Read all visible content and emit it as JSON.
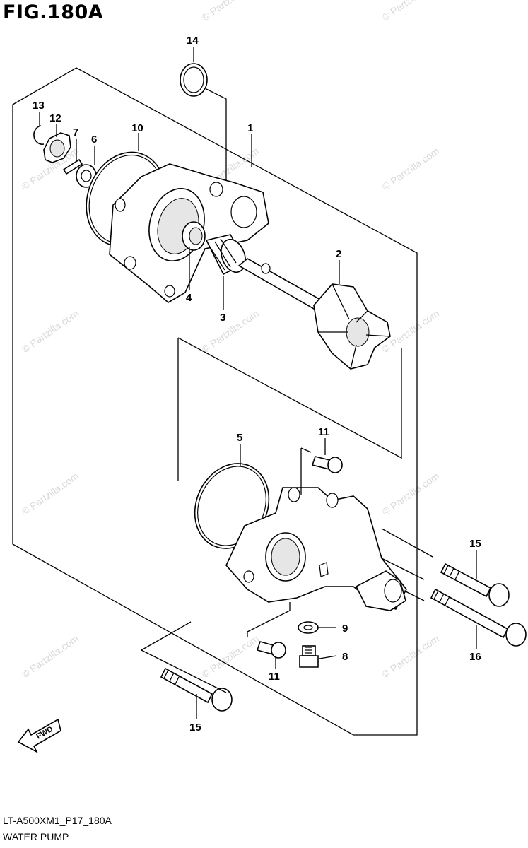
{
  "figure": {
    "title": "FIG.180A",
    "code": "LT-A500XM1_P17_180A",
    "name": "WATER PUMP",
    "watermark": "© Partzilla.com",
    "fwd_label": "FWD"
  },
  "callouts": [
    "1",
    "2",
    "3",
    "4",
    "5",
    "6",
    "7",
    "8",
    "9",
    "10",
    "11",
    "11",
    "12",
    "13",
    "14",
    "15",
    "15",
    "16"
  ]
}
